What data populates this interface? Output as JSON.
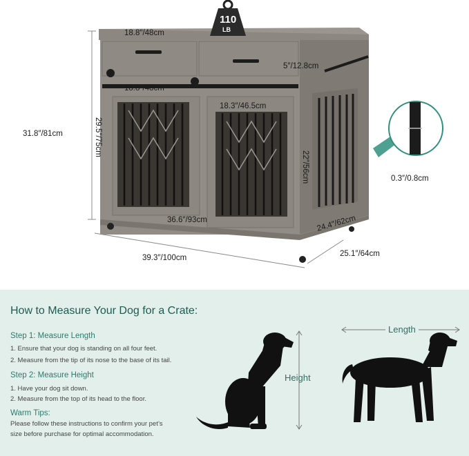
{
  "product": {
    "weight_value": "110",
    "weight_unit": "LB",
    "dimensions": {
      "drawer_width": "18.8″/48cm",
      "drawer_height": "5″/12.8cm",
      "door_width_left": "18.8″/48cm",
      "door_width_right": "18.3″/46.5cm",
      "door_height_left": "29.5″/75cm",
      "door_height_right": "22″/56cm",
      "total_height": "31.8″/81cm",
      "interior_width": "36.6″/93cm",
      "interior_depth": "24.4″/62cm",
      "total_width": "39.3″/100cm",
      "total_depth": "25.1″/64cm",
      "bar_thickness": "0.3″/0.8cm"
    },
    "colors": {
      "wood": "#8f8b84",
      "wood_dark": "#7a766f",
      "metal": "#1c1c1c",
      "accent": "#2f8f7c"
    }
  },
  "guide": {
    "title": "How to Measure Your Dog for a Crate:",
    "step1_heading": "Step 1: Measure Length",
    "step1_items": [
      "1. Ensure that your dog is standing on all four feet.",
      "2. Measure from the tip of its nose to the base of its tail."
    ],
    "step2_heading": "Step 2: Measure Height",
    "step2_items": [
      "1. Have your dog sit down.",
      "2. Measure from the top of its head to the floor."
    ],
    "tips_heading": "Warm Tips:",
    "tips_lines": [
      "Please follow these instructions to confirm your pet’s",
      "size before purchase for optimal accommodation."
    ],
    "height_label": "Height",
    "length_label": "Length"
  }
}
